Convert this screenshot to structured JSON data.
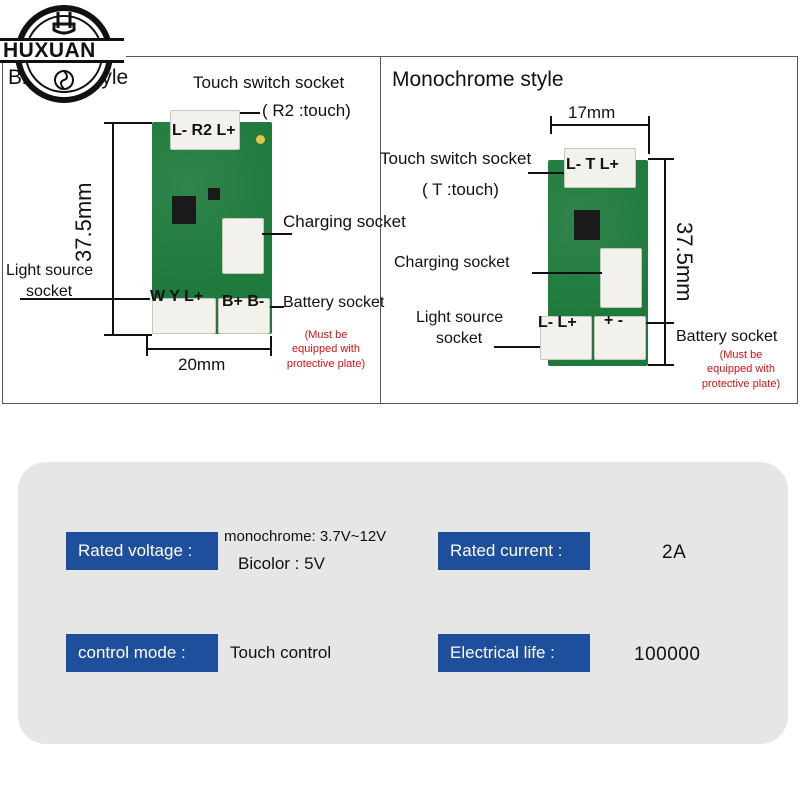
{
  "logo": {
    "brand": "HUXUAN",
    "overlay_text": "bi-color style"
  },
  "left_diagram": {
    "title": "Bi-color style",
    "touch_switch_label": "Touch switch socket",
    "touch_pin_note": "( R2 :touch)",
    "touch_pins": "L- R2 L+",
    "charging_label": "Charging socket",
    "light_source_label_line1": "Light source",
    "light_source_label_line2": "socket",
    "light_pins": "W Y L+",
    "battery_pins": "B+ B-",
    "battery_label": "Battery socket",
    "warning_line1": "(Must be",
    "warning_line2": "equipped with",
    "warning_line3": "protective plate)",
    "height_dim": "37.5mm",
    "width_dim": "20mm"
  },
  "right_diagram": {
    "title": "Monochrome style",
    "width_dim": "17mm",
    "touch_switch_label": "Touch switch socket",
    "touch_pin_note": "( T :touch)",
    "touch_pins": "L- T L+",
    "charging_label": "Charging socket",
    "light_source_label_line1": "Light source",
    "light_source_label_line2": "socket",
    "light_pins": "L- L+",
    "battery_pins": "+ -",
    "battery_label": "Battery socket",
    "warning_line1": "(Must be",
    "warning_line2": "equipped with",
    "warning_line3": "protective plate)",
    "height_dim": "37.5mm"
  },
  "specs": {
    "rated_voltage_label": "Rated voltage :",
    "rated_voltage_line1": "monochrome: 3.7V~12V",
    "rated_voltage_line2": "Bicolor  : 5V",
    "rated_current_label": "Rated current :",
    "rated_current_value": "2A",
    "control_mode_label": "control mode :",
    "control_mode_value": "Touch control",
    "electrical_life_label": "Electrical life :",
    "electrical_life_value": "100000"
  },
  "colors": {
    "tag_bg": "#1d4f9c",
    "panel_bg": "#e6e6e6",
    "pcb": "#1e7a3c",
    "warning": "#d21414"
  }
}
